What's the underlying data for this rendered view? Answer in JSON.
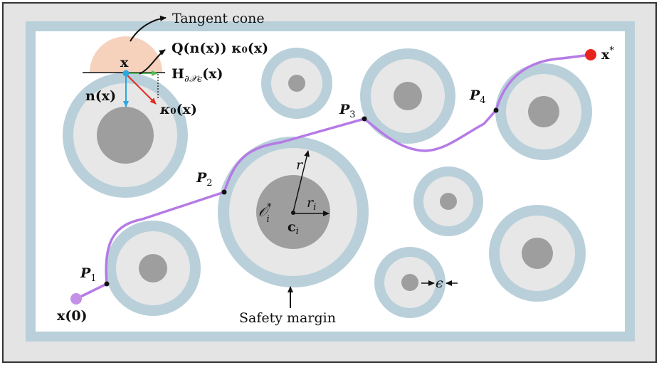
{
  "colors": {
    "frame_bg": "#e4e4e4",
    "wall": "#b9d0da",
    "free_space": "#ffffff",
    "margin_ring": "#b9d0da",
    "obstacle_outer": "#e7e7e7",
    "obstacle_core": "#9e9e9e",
    "trajectory": "#b57ae6",
    "start_point": "#c590e8",
    "goal_point": "#e8231e",
    "tangent_cone": "#f6d2bd",
    "normal_arrow": "#29a7e0",
    "kappa_arrow": "#e02b20",
    "projection_arrow": "#5cb85c"
  },
  "labels": {
    "tangent_cone": "Tangent cone",
    "x": "x",
    "q_kappa": "Q(n(x)) κ₀(x)",
    "h_main": "H",
    "h_sub": "∂𝒳ϵ",
    "h_arg": "(x)",
    "n_x": "n(x)",
    "kappa_main": "κ",
    "kappa_rest": "₀(x)",
    "p1_main": "P",
    "p1_sub": "1",
    "p2_main": "P",
    "p2_sub": "2",
    "p3_main": "P",
    "p3_sub": "3",
    "p4_main": "P",
    "p4_sub": "4",
    "x0": "x(0)",
    "xstar": "x",
    "xstar_sup": "*",
    "r": "r",
    "r_i": "r",
    "r_i_sub": "i",
    "obstacle_main": "𝒪",
    "obstacle_sup": "*",
    "obstacle_sub": "i",
    "center_main": "c",
    "center_sub": "i",
    "epsilon": "ϵ",
    "safety_margin": "Safety margin"
  }
}
